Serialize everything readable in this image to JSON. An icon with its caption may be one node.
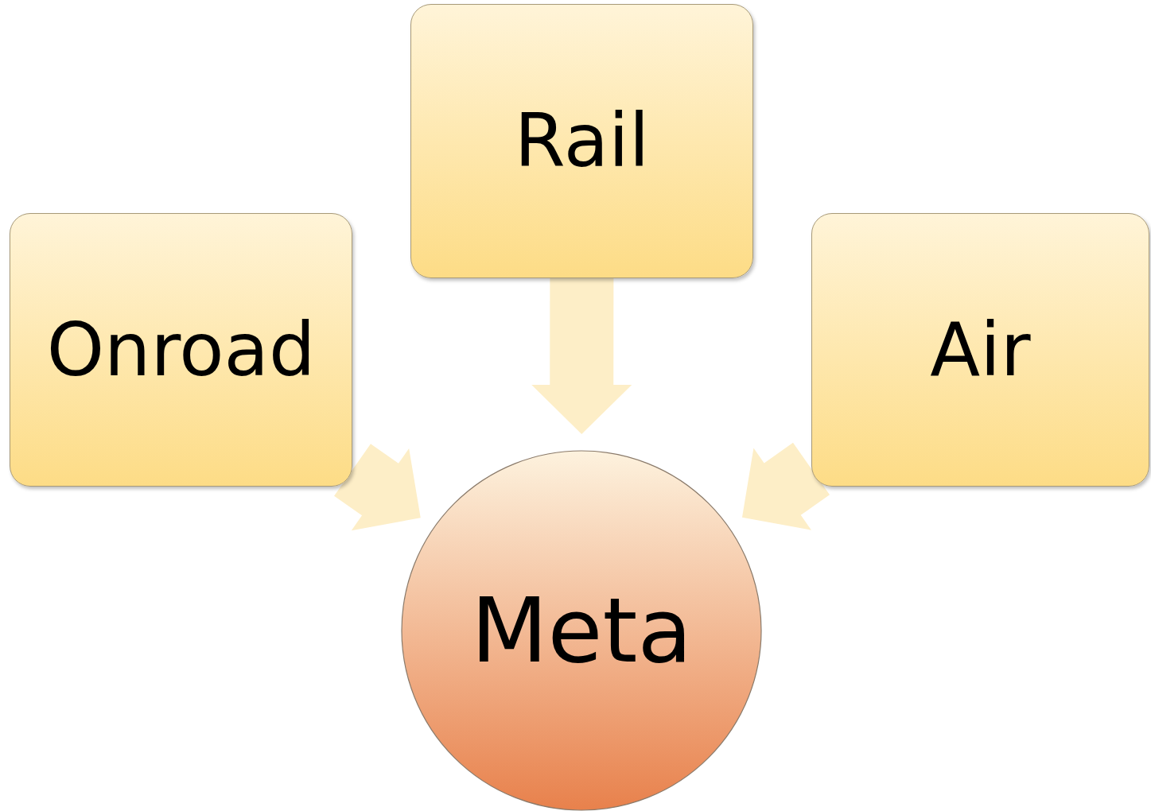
{
  "diagram": {
    "nodes": [
      {
        "text": [
          "Rail"
        ]
      },
      {
        "text": [
          "Onroad"
        ]
      },
      {
        "text": [
          "Air"
        ]
      },
      {
        "text": [
          "Meta"
        ]
      }
    ],
    "edges": [
      {
        "from": 0,
        "to": 3,
        "arrow": "to"
      },
      {
        "from": 1,
        "to": 3,
        "arrow": "to"
      },
      {
        "from": 2,
        "to": 3,
        "arrow": "to"
      }
    ]
  }
}
